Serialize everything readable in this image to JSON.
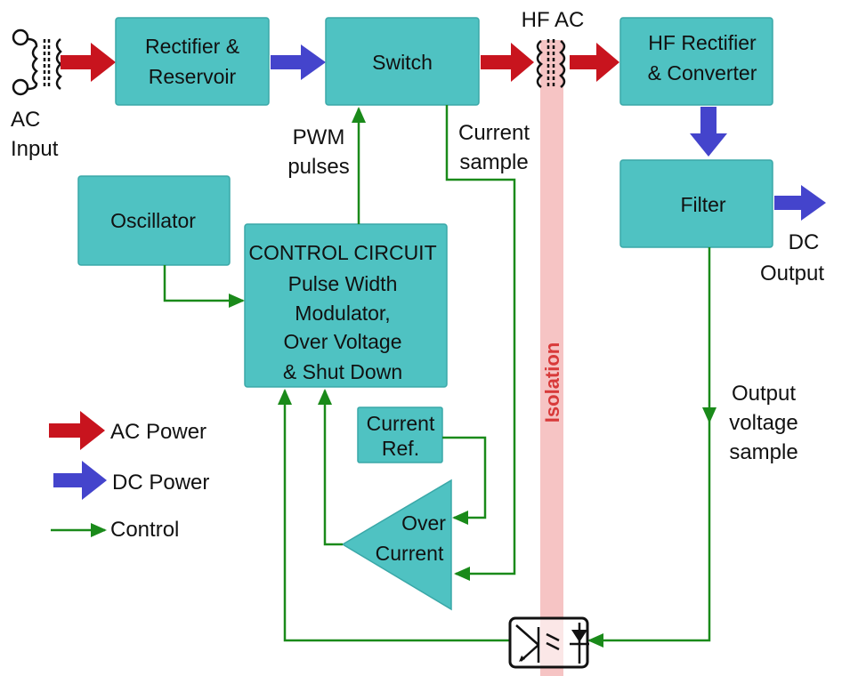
{
  "blocks": {
    "rectifier": [
      "Rectifier &",
      "Reservoir"
    ],
    "switch": "Switch",
    "hf_rectifier": [
      "HF Rectifier",
      "& Converter"
    ],
    "filter": "Filter",
    "oscillator": "Oscillator",
    "control": [
      "CONTROL CIRCUIT",
      "Pulse Width",
      "Modulator,",
      "Over Voltage",
      "& Shut Down"
    ],
    "current_ref": [
      "Current",
      "Ref."
    ],
    "over_current": [
      "Over",
      "Current"
    ]
  },
  "labels": {
    "ac_input": [
      "AC",
      "Input"
    ],
    "hf_ac": "HF AC",
    "pwm": [
      "PWM",
      "pulses"
    ],
    "current_sample": [
      "Current",
      "sample"
    ],
    "dc_output": [
      "DC",
      "Output"
    ],
    "output_sample": [
      "Output",
      "voltage",
      "sample"
    ],
    "isolation": "Isolation"
  },
  "legend": [
    {
      "label": "AC Power",
      "color": "#c8141e"
    },
    {
      "label": "DC Power",
      "color": "#4444cc"
    },
    {
      "label": "Control",
      "color": "#1a8a1a"
    }
  ],
  "colors": {
    "block": "#4fc2c2",
    "isolation": "#f6c4c4",
    "isolation_text": "#d83a3a"
  }
}
